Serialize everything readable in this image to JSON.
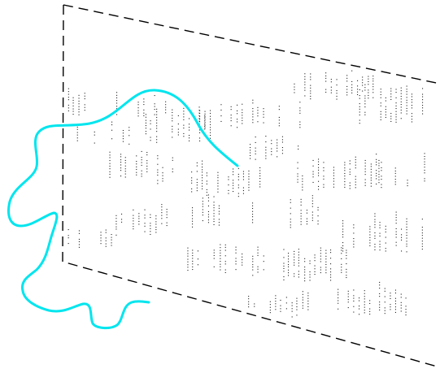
{
  "scene": {
    "plane_stroke_color": "#000000",
    "plane_dash": "dashed",
    "dot_color": "#222222",
    "curve_color": "#00e5ee",
    "curve_style": "smooth",
    "contents": [
      "dashed-plane-outline",
      "dot-field",
      "curve"
    ]
  }
}
